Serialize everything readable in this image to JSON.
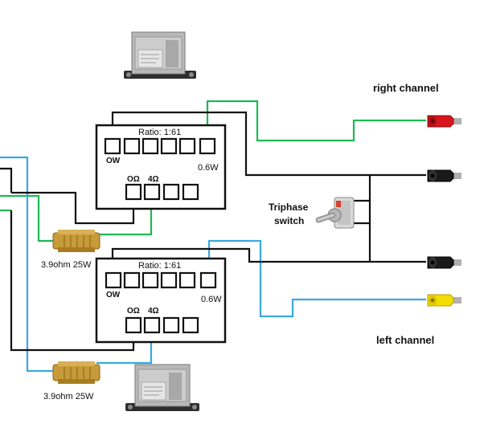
{
  "labels": {
    "right_channel": "right channel",
    "left_channel": "left channel",
    "switch_line1": "Triphase",
    "switch_line2": "switch",
    "ratio_top": "Ratio: 1:61",
    "ratio_bottom": "Ratio: 1:61",
    "ow_top": "OW",
    "ow_bottom": "OW",
    "w06_top": "0.6W",
    "w06_bottom": "0.6W",
    "o_top": "OΩ",
    "four_top": "4Ω",
    "o_bottom": "OΩ",
    "four_bottom": "4Ω",
    "res_top": "3.9ohm 25W",
    "res_bottom": "3.9ohm 25W"
  },
  "colors": {
    "black_wire": "#111111",
    "green_wire": "#1db954",
    "blue_wire": "#3aa8e0",
    "red_jack": "#d8151c",
    "yellow_jack": "#f2dd00",
    "black_jack": "#1a1a1a"
  },
  "icons": {
    "transformer": "transformer-icon",
    "resistor": "wirewound-resistor-icon",
    "jack": "banana-jack-icon",
    "switch": "toggle-switch-icon"
  }
}
